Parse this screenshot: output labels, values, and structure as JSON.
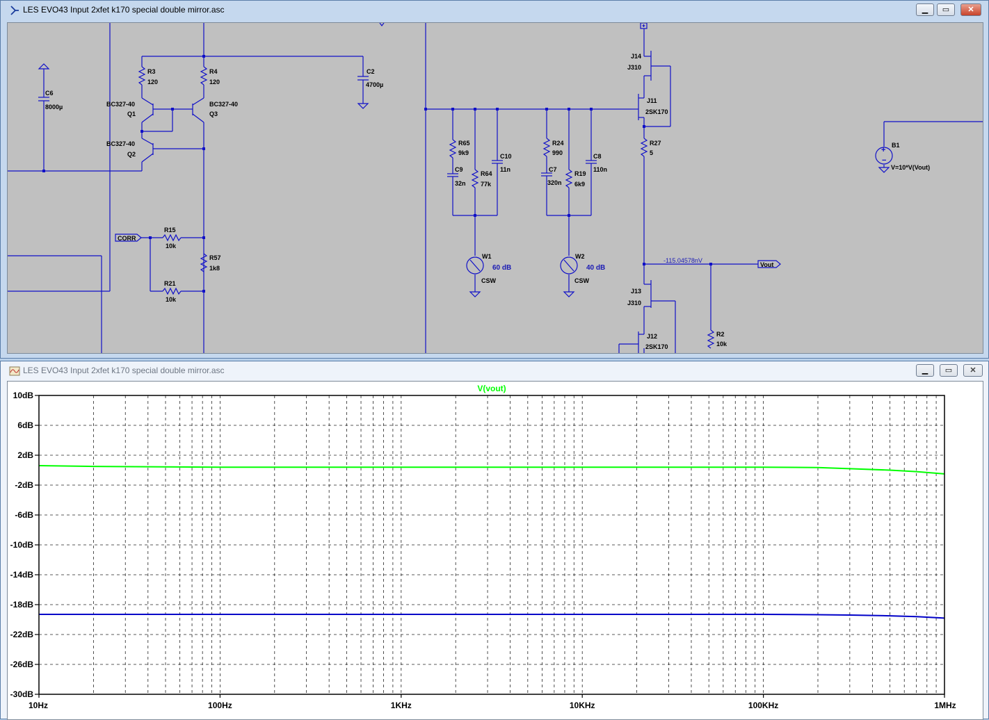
{
  "schematic_window": {
    "title": "LES EVO43 Input 2xfet k170 special double mirror.asc",
    "buttons": {
      "minimize": "▁",
      "maximize": "▭",
      "close": "✕"
    },
    "labels": {
      "C6": "C6",
      "C6v": "8000µ",
      "R3": "R3",
      "R3v": "120",
      "R4": "R4",
      "R4v": "120",
      "Q1t": "BC327-40",
      "Q1": "Q1",
      "Q3t": "BC327-40",
      "Q3": "Q3",
      "Q2t": "BC327-40",
      "Q2": "Q2",
      "C2": "C2",
      "C2v": "4700µ",
      "CORR": "CORR",
      "R15": "R15",
      "R15v": "10k",
      "R21": "R21",
      "R21v": "10k",
      "R57": "R57",
      "R57v": "1k8",
      "R65": "R65",
      "R65v": "9k9",
      "C9": "C9",
      "C9v": "32n",
      "R64": "R64",
      "R64v": "77k",
      "C10": "C10",
      "C10v": "11n",
      "R24": "R24",
      "R24v": "990",
      "C7": "C7",
      "C7v": "320n",
      "R19": "R19",
      "R19v": "6k9",
      "C8": "C8",
      "C8v": "110n",
      "W1": "W1",
      "W1db": "60 dB",
      "W1t": "CSW",
      "W2": "W2",
      "W2db": "40 dB",
      "W2t": "CSW",
      "J14": "J14",
      "J14t": "J310",
      "J11": "J11",
      "J11t": "2SK170",
      "R27": "R27",
      "R27v": "5",
      "J13": "J13",
      "J13t": "J310",
      "J12": "J12",
      "J12t": "2SK170",
      "R2": "R2",
      "R2v": "10k",
      "voltage": "-115.04578nV",
      "Vout": "Vout",
      "B1": "B1",
      "B1expr": "V=10*V(Vout)"
    }
  },
  "plot_window": {
    "title": "LES EVO43 Input 2xfet k170 special double mirror.asc",
    "buttons": {
      "minimize": "▁",
      "maximize": "▭",
      "close": "✕"
    }
  },
  "chart_data": {
    "type": "line",
    "title": "",
    "trace_label": "V(vout)",
    "xlabel": "",
    "ylabel": "",
    "x_scale": "log",
    "xlim": [
      10,
      1000000
    ],
    "ylim": [
      -30,
      10
    ],
    "x_tick_labels": [
      "10Hz",
      "100Hz",
      "1KHz",
      "10KHz",
      "100KHz",
      "1MHz"
    ],
    "x_tick_values": [
      10,
      100,
      1000,
      10000,
      100000,
      1000000
    ],
    "y_tick_labels": [
      "10dB",
      "6dB",
      "2dB",
      "-2dB",
      "-6dB",
      "-10dB",
      "-14dB",
      "-18dB",
      "-22dB",
      "-26dB",
      "-30dB"
    ],
    "y_tick_values": [
      10,
      6,
      2,
      -2,
      -6,
      -10,
      -14,
      -18,
      -22,
      -26,
      -30
    ],
    "grid": true,
    "series": [
      {
        "name": "V(vout)",
        "color": "#00ff00",
        "x": [
          10,
          20,
          100,
          1000,
          10000,
          100000,
          200000,
          300000,
          500000,
          700000,
          1000000
        ],
        "y": [
          0.6,
          0.5,
          0.4,
          0.4,
          0.4,
          0.4,
          0.35,
          0.2,
          0.0,
          -0.2,
          -0.5
        ]
      },
      {
        "color": "#0000c8",
        "x": [
          10,
          20,
          100,
          1000,
          10000,
          100000,
          200000,
          300000,
          500000,
          700000,
          1000000
        ],
        "y": [
          -19.3,
          -19.3,
          -19.3,
          -19.3,
          -19.3,
          -19.3,
          -19.35,
          -19.4,
          -19.5,
          -19.6,
          -19.8
        ]
      }
    ]
  }
}
